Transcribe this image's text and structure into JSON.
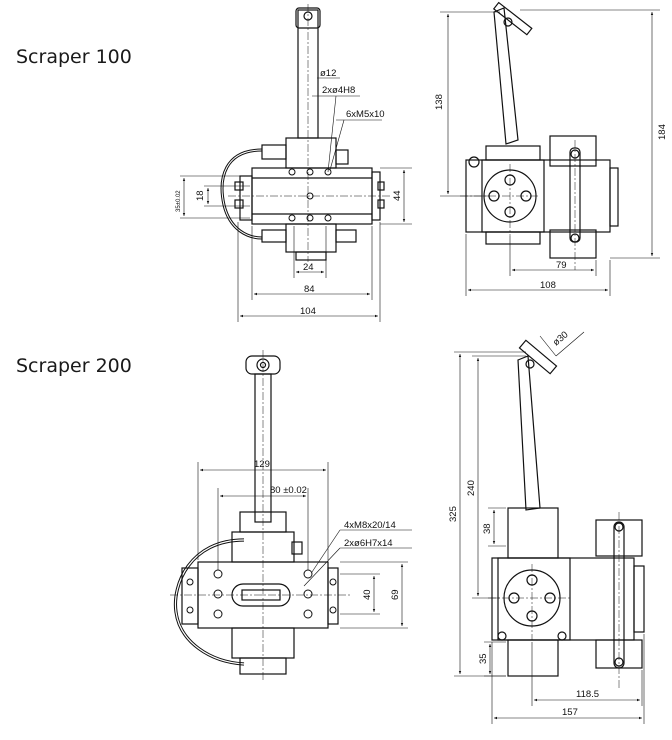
{
  "drawing": {
    "scraper_100": {
      "title": "Scraper 100",
      "dims": {
        "d12": "ø12",
        "holes_h8": "2xø4H8",
        "threads_m5": "6xM5x10",
        "d35": "35±0.02",
        "d18": "18",
        "d44": "44",
        "d24": "24",
        "d84": "84",
        "d104": "104",
        "d138": "138",
        "d184": "184",
        "d79": "79",
        "d108": "108"
      }
    },
    "scraper_200": {
      "title": "Scraper 200",
      "dims": {
        "d129": "129",
        "d80": "80 ±0.02",
        "threads_m8": "4xM8x20/14",
        "holes_h7": "2xø6H7x14",
        "d40": "40",
        "d69": "69",
        "d30": "ø30",
        "d240": "240",
        "d325": "325",
        "d38": "38",
        "d35": "35",
        "d118": "118.5",
        "d157": "157"
      }
    }
  }
}
